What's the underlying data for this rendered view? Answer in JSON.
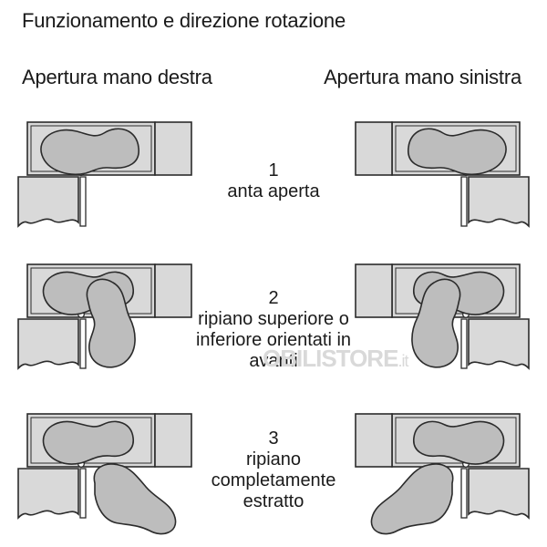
{
  "title": "Funzionamento e direzione rotazione",
  "columns": {
    "right_hand": "Apertura mano destra",
    "left_hand": "Apertura mano sinistra"
  },
  "steps": [
    {
      "number": "1",
      "text": "anta aperta"
    },
    {
      "number": "2",
      "text": "ripiano superiore o\ninferiore orientati in\navanti"
    },
    {
      "number": "3",
      "text": "ripiano\ncompletamente\nestratto"
    }
  ],
  "watermark": {
    "brand": "OBILISTORE",
    "suffix": ".it"
  },
  "colors": {
    "cabinet": "#d9d9d9",
    "shelf": "#bdbdbd",
    "outline": "#2b2b2b",
    "watermark": "#d9d9d9"
  }
}
